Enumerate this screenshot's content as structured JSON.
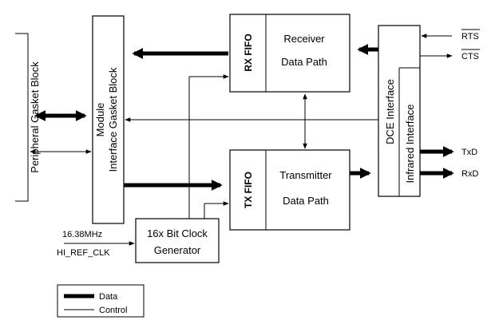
{
  "blocks": {
    "peripheral_gasket": "Peripheral Gasket Block",
    "module_interface_line1": "Module",
    "module_interface_line2": "Interface Gasket Block",
    "rx_fifo": "RX FIFO",
    "receiver_line1": "Receiver",
    "receiver_line2": "Data Path",
    "tx_fifo": "TX FIFO",
    "transmitter_line1": "Transmitter",
    "transmitter_line2": "Data Path",
    "dce_interface": "DCE Interface",
    "infrared_interface": "Infrared Interface",
    "clock_gen_line1": "16x Bit Clock",
    "clock_gen_line2": "Generator"
  },
  "signals": {
    "rts": "RTS",
    "cts": "CTS",
    "txd": "TxD",
    "rxd": "RxD",
    "clk_freq": "16.38MHz",
    "clk_name": "HI_REF_CLK"
  },
  "legend": {
    "data": "Data",
    "control": "Control"
  }
}
